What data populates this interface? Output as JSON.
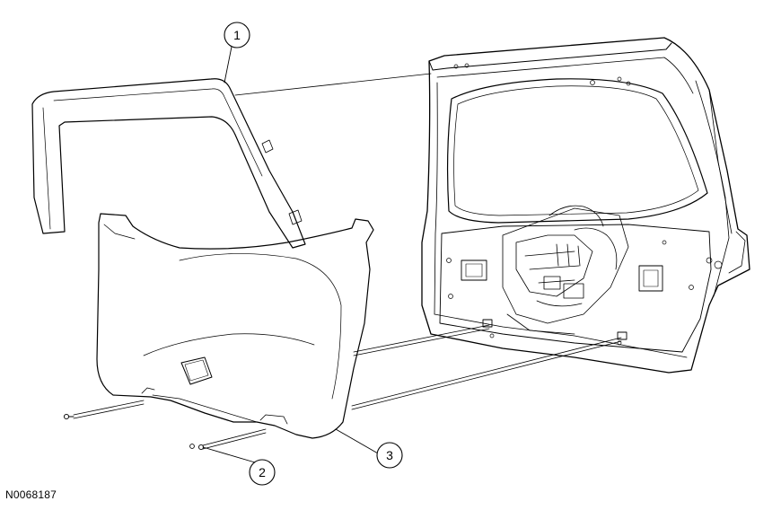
{
  "callouts": [
    {
      "label": "1"
    },
    {
      "label": "2"
    },
    {
      "label": "3"
    }
  ],
  "figure_id": "N0068187"
}
